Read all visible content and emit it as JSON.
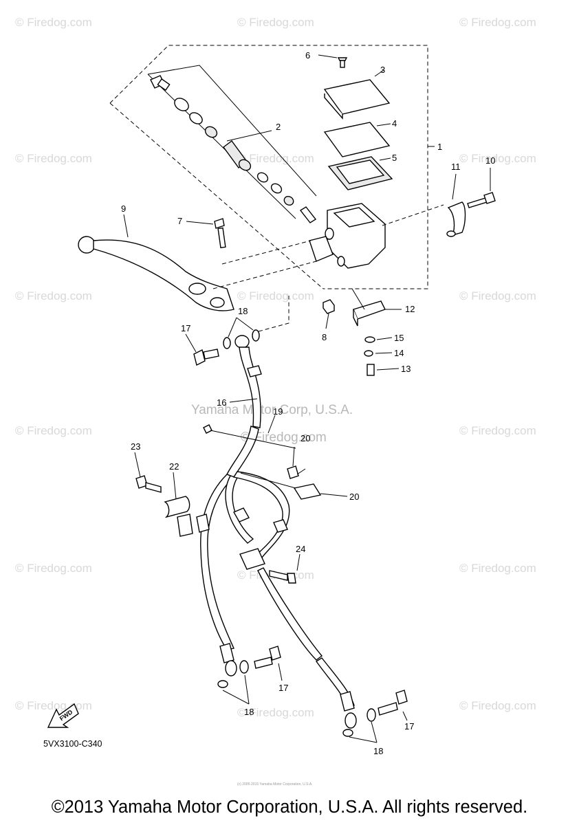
{
  "watermarks": {
    "corner_text": "© Firedog.com",
    "center_text_1": "Yamaha Motor Corp, U.S.A.",
    "center_text_2": "© Firedog.com"
  },
  "diagram": {
    "model_code": "5VX3100-C340",
    "fwd_label": "FWD",
    "fine_print": "(c) 2005-2015 Yamaha Motor Corporation, U.S.A.",
    "callouts": {
      "c1": "1",
      "c2": "2",
      "c3": "3",
      "c4": "4",
      "c5": "5",
      "c6": "6",
      "c7": "7",
      "c8": "8",
      "c9": "9",
      "c10": "10",
      "c11": "11",
      "c12": "12",
      "c13": "13",
      "c14": "14",
      "c15": "15",
      "c16": "16",
      "c17a": "17",
      "c17b": "17",
      "c17c": "17",
      "c18a": "18",
      "c18b": "18",
      "c18c": "18",
      "c19": "19",
      "c20a": "20",
      "c20b": "20",
      "c22": "22",
      "c23": "23",
      "c24": "24"
    }
  },
  "footer": {
    "copyright": "©2013 Yamaha Motor Corporation, U.S.A. All rights reserved."
  }
}
